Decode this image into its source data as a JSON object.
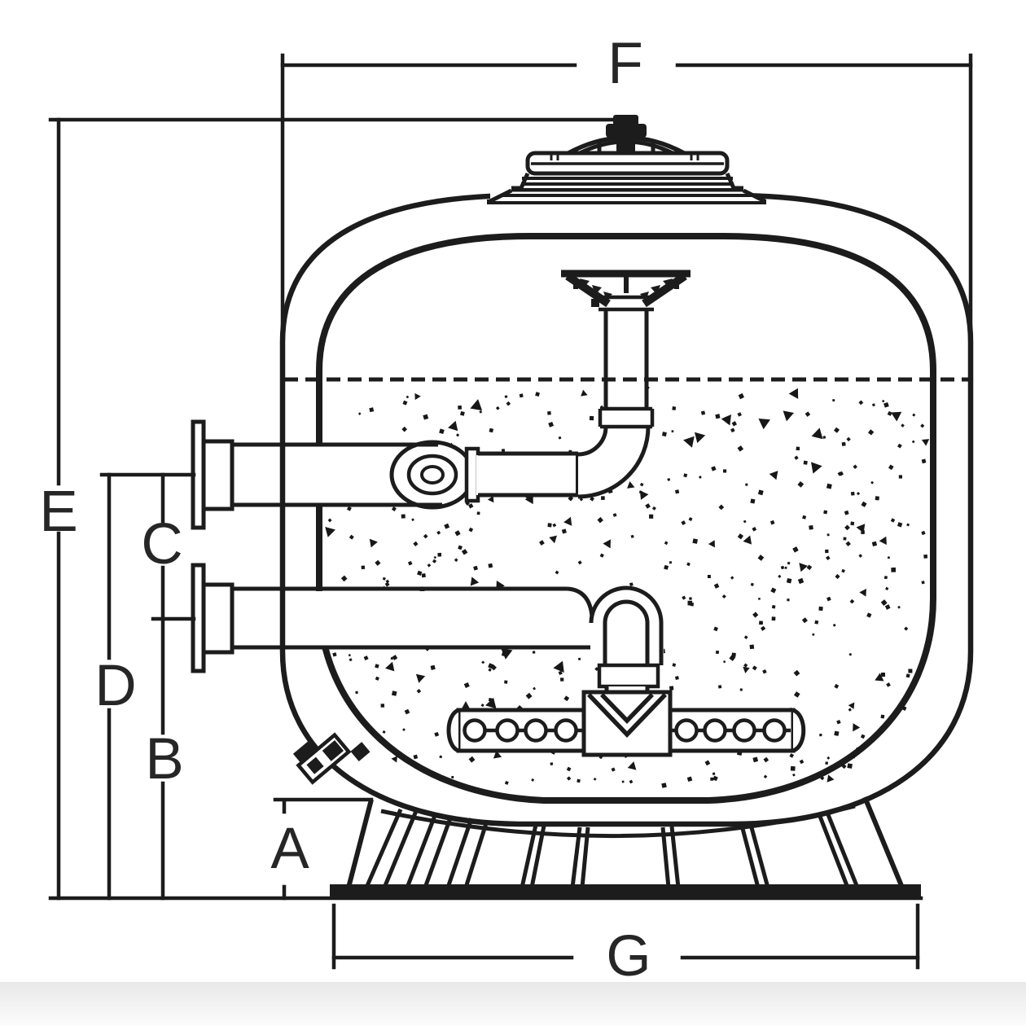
{
  "page": {
    "background": "#ffffff",
    "footer_fade_top": "#e8e8e8",
    "footer_fade_bottom": "#fcfcfc"
  },
  "diagram": {
    "kind": "technical-dimension-drawing",
    "ink_color": "#1c1c1c",
    "label_color": "#262626",
    "dimension_labels": {
      "a": "A",
      "b": "B",
      "c": "C",
      "d": "D",
      "e": "E",
      "f": "F",
      "g": "G"
    },
    "sand_texture": {
      "square_count": 430,
      "triangle_count": 64,
      "color": "#171717",
      "seed": 20240601
    }
  }
}
